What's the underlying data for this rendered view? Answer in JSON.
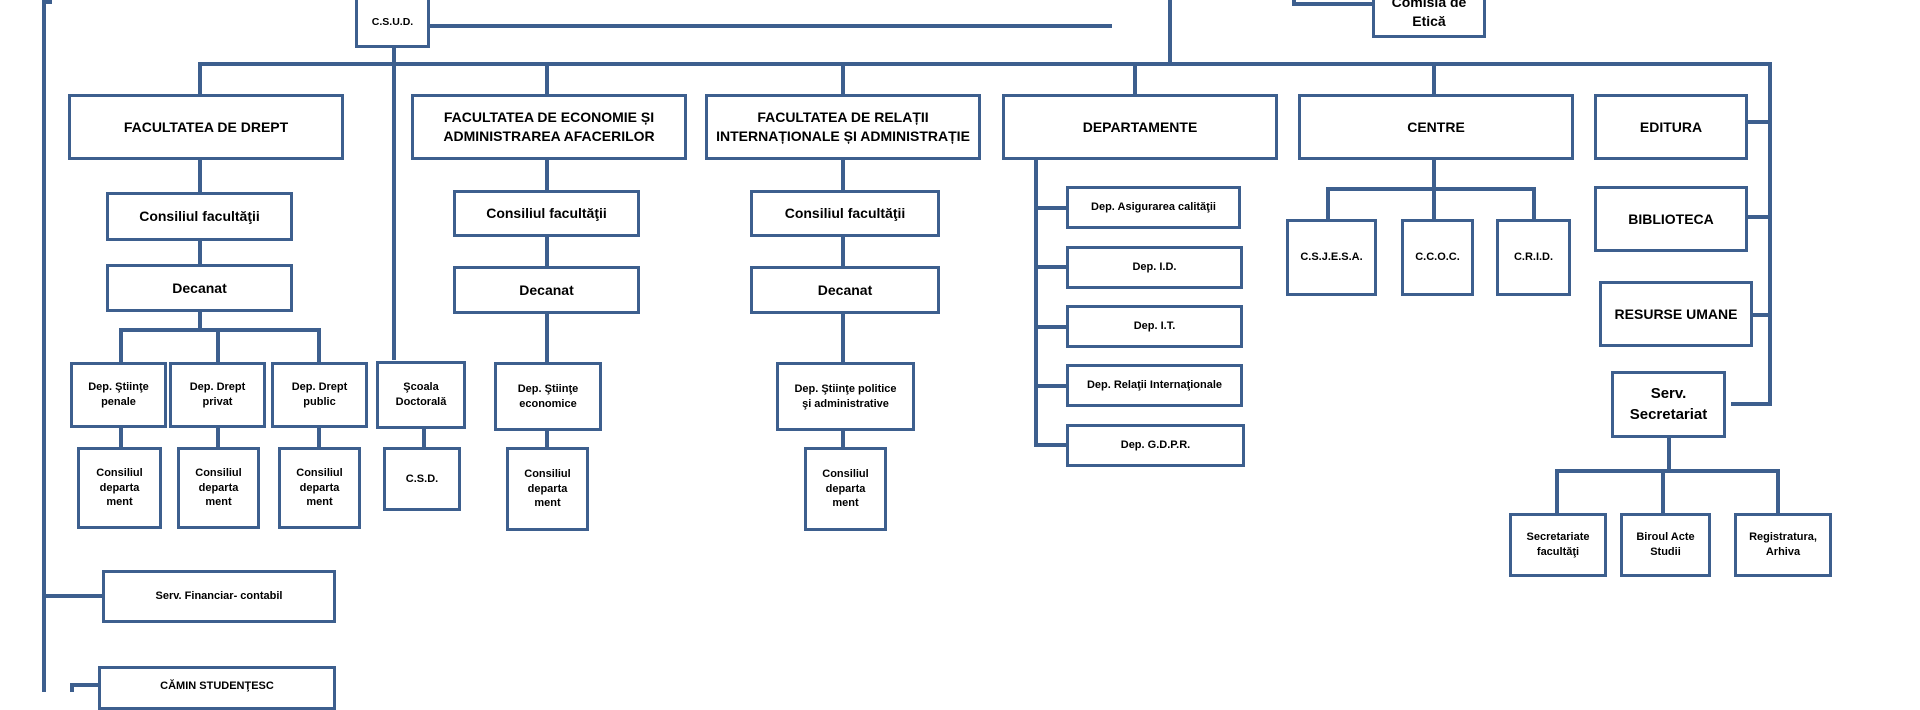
{
  "colors": {
    "line": "#3d5f8e",
    "box_border": "#3d5f8e",
    "text": "#000000",
    "background": "#ffffff"
  },
  "boxes": {
    "csud": "C.S.U.D.",
    "comisia_etica": "Comisia de\nEtică",
    "facultatea_drept": "FACULTATEA DE DREPT",
    "facultatea_economie": "FACULTATEA DE ECONOMIE ȘI\nADMINISTRAREA AFACERILOR",
    "facultatea_relatii": "FACULTATEA DE RELAȚII\nINTERNAȚIONALE ȘI ADMINISTRAȚIE",
    "departamente": "DEPARTAMENTE",
    "centre": "CENTRE",
    "editura": "EDITURA",
    "biblioteca": "BIBLIOTECA",
    "resurse_umane": "RESURSE UMANE",
    "serv_secretariat": "Serv.\nSecretariat",
    "consiliu_fac_drept": "Consiliul facultăţii",
    "consiliu_fac_econ": "Consiliul facultăţii",
    "consiliu_fac_rel": "Consiliul facultăţii",
    "decanat_drept": "Decanat",
    "decanat_econ": "Decanat",
    "decanat_rel": "Decanat",
    "dep_stiinte_penale": "Dep. Ştiinţe\npenale",
    "dep_drept_privat": "Dep. Drept\nprivat",
    "dep_drept_public": "Dep. Drept\npublic",
    "scoala_doctorala": "Şcoala\nDoctorală",
    "dep_stiinte_economice": "Dep. Ştiinţe\neconomice",
    "dep_stiinte_politice": "Dep. Ştiinţe politice\nşi administrative",
    "consiliul_dep_1": "Consiliul\ndeparta\nment",
    "consiliul_dep_2": "Consiliul\ndeparta\nment",
    "consiliul_dep_3": "Consiliul\ndeparta\nment",
    "consiliul_dep_4": "Consiliul\ndeparta\nment",
    "consiliul_dep_5": "Consiliul\ndeparta\nment",
    "csd": "C.S.D.",
    "dep_asigurarea_calitatii": "Dep. Asigurarea calităţii",
    "dep_id": "Dep. I.D.",
    "dep_it": "Dep. I.T.",
    "dep_relatii_internationale": "Dep. Relaţii Internaţionale",
    "dep_gdpr": "Dep. G.D.P.R.",
    "csjesa": "C.S.J.E.S.A.",
    "ccoc": "C.C.O.C.",
    "crid": "C.R.I.D.",
    "secretariate_facultati": "Secretariate\nfacultăţi",
    "biroul_acte_studii": "Biroul Acte\nStudii",
    "registratura_arhiva": "Registratura,\nArhiva",
    "serv_financiar": "Serv. Financiar- contabil",
    "camin_studentesc": "CĂMIN STUDENŢESC"
  }
}
